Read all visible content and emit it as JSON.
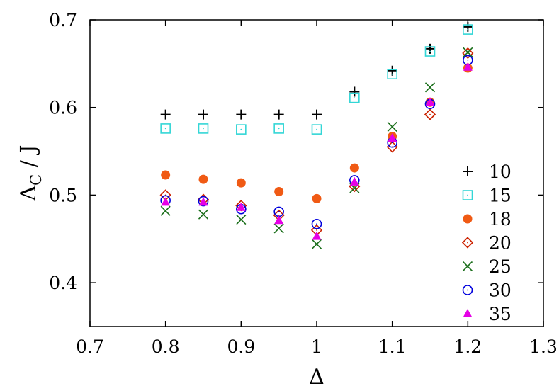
{
  "chart_data": {
    "type": "scatter",
    "title": "",
    "xlabel": "Δ",
    "ylabel": "ΛC / J",
    "ylabel_main": "Λ",
    "ylabel_sub": "C",
    "ylabel_rest": " / J",
    "xlim": [
      0.7,
      1.3
    ],
    "ylim": [
      0.35,
      0.7
    ],
    "xticks": [
      "0.7",
      "0.8",
      "0.9",
      "1",
      "1.1",
      "1.2",
      "1.3"
    ],
    "yticks": [
      "0.4",
      "0.5",
      "0.6",
      "0.7"
    ],
    "grid": false,
    "legend_position": "right",
    "series": [
      {
        "name": "10",
        "marker": "plus",
        "color": "#000000",
        "points": [
          [
            0.8,
            0.592
          ],
          [
            0.85,
            0.592
          ],
          [
            0.9,
            0.592
          ],
          [
            0.95,
            0.592
          ],
          [
            1.0,
            0.592
          ],
          [
            1.05,
            0.618
          ],
          [
            1.1,
            0.642
          ],
          [
            1.15,
            0.667
          ],
          [
            1.2,
            0.692
          ]
        ]
      },
      {
        "name": "15",
        "marker": "open-square",
        "color": "#33d6d6",
        "points": [
          [
            0.8,
            0.576
          ],
          [
            0.85,
            0.576
          ],
          [
            0.9,
            0.575
          ],
          [
            0.95,
            0.576
          ],
          [
            1.0,
            0.575
          ],
          [
            1.05,
            0.611
          ],
          [
            1.1,
            0.638
          ],
          [
            1.15,
            0.664
          ],
          [
            1.2,
            0.689
          ]
        ]
      },
      {
        "name": "18",
        "marker": "filled-circle",
        "color": "#f05a14",
        "points": [
          [
            0.8,
            0.523
          ],
          [
            0.85,
            0.518
          ],
          [
            0.9,
            0.514
          ],
          [
            0.95,
            0.504
          ],
          [
            1.0,
            0.496
          ],
          [
            1.05,
            0.531
          ],
          [
            1.1,
            0.567
          ],
          [
            1.15,
            0.606
          ],
          [
            1.2,
            0.645
          ]
        ]
      },
      {
        "name": "20",
        "marker": "open-diamond",
        "color": "#cc2200",
        "points": [
          [
            0.8,
            0.5
          ],
          [
            0.85,
            0.495
          ],
          [
            0.9,
            0.488
          ],
          [
            0.95,
            0.477
          ],
          [
            1.0,
            0.46
          ],
          [
            1.05,
            0.51
          ],
          [
            1.1,
            0.555
          ],
          [
            1.15,
            0.592
          ],
          [
            1.2,
            0.662
          ]
        ]
      },
      {
        "name": "25",
        "marker": "cross",
        "color": "#1a6e1a",
        "points": [
          [
            0.8,
            0.482
          ],
          [
            0.85,
            0.478
          ],
          [
            0.9,
            0.472
          ],
          [
            0.95,
            0.462
          ],
          [
            1.0,
            0.444
          ],
          [
            1.05,
            0.508
          ],
          [
            1.1,
            0.578
          ],
          [
            1.15,
            0.623
          ],
          [
            1.2,
            0.663
          ]
        ]
      },
      {
        "name": "30",
        "marker": "open-circle",
        "color": "#0000dd",
        "points": [
          [
            0.8,
            0.494
          ],
          [
            0.85,
            0.493
          ],
          [
            0.9,
            0.484
          ],
          [
            0.95,
            0.481
          ],
          [
            1.0,
            0.467
          ],
          [
            1.05,
            0.517
          ],
          [
            1.1,
            0.56
          ],
          [
            1.15,
            0.604
          ],
          [
            1.2,
            0.654
          ]
        ]
      },
      {
        "name": "35",
        "marker": "filled-triangle",
        "color": "#e600e6",
        "points": [
          [
            0.8,
            0.492
          ],
          [
            0.85,
            0.492
          ],
          [
            0.9,
            0.486
          ],
          [
            0.95,
            0.471
          ],
          [
            1.0,
            0.453
          ],
          [
            1.05,
            0.515
          ],
          [
            1.1,
            0.565
          ],
          [
            1.15,
            0.606
          ],
          [
            1.2,
            0.646
          ]
        ]
      }
    ]
  }
}
